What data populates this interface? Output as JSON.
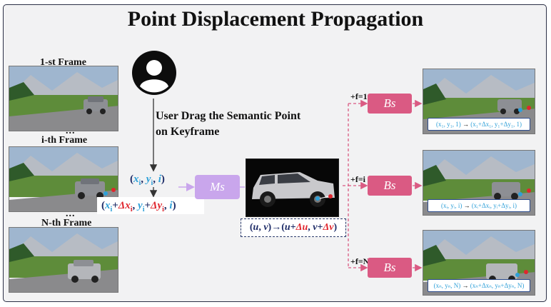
{
  "title": "Point Displacement Propagation",
  "frames": {
    "first": "1-st Frame",
    "middle": "i-th Frame",
    "last": "N-th Frame",
    "ellipsis": "..."
  },
  "user_instruction": "User Drag the Semantic Point on Keyframe",
  "point_coords": {
    "open": "(",
    "x": "x",
    "sub_i": "i",
    "sep": ",",
    "y": "y",
    "close": ")",
    "plus": "+",
    "delta_x": "Δx",
    "delta_y": "Δy"
  },
  "modules": {
    "ms": "Ms",
    "bs": "Bs"
  },
  "uv_mapping": {
    "u": "u",
    "v": "v",
    "arrow": "→",
    "delta_u": "Δu",
    "delta_v": "Δv"
  },
  "branches": [
    {
      "label": "+f=1",
      "caption_left": "(x₁, y₁, 1)",
      "caption_right": "(x₁+Δx₁, y₁+Δy₁, 1)"
    },
    {
      "label": "+f=i",
      "caption_left": "(xᵢ, yᵢ, i)",
      "caption_right": "(xᵢ+Δxᵢ, yᵢ+Δyᵢ, i)"
    },
    {
      "label": "+f=N",
      "caption_left": "(xₙ, yₙ, N)",
      "caption_right": "(xₙ+Δxₙ, yₙ+Δyₙ, N)"
    }
  ],
  "colors": {
    "ms_box": "#c9a6ec",
    "bs_box": "#da5a83",
    "coord_blue": "#2fa0d8",
    "delta_red": "#e0262e",
    "arrow_dark": "#1c2a66"
  }
}
